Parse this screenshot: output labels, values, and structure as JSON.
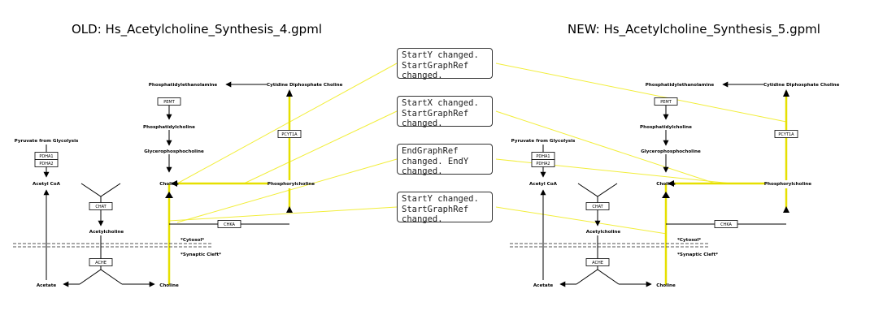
{
  "titles": {
    "old": "OLD: Hs_Acetylcholine_Synthesis_4.gpml",
    "new": "NEW: Hs_Acetylcholine_Synthesis_5.gpml"
  },
  "notes": [
    [
      "StartY changed.",
      "StartGraphRef",
      "changed."
    ],
    [
      "StartX changed.",
      "StartGraphRef",
      "changed."
    ],
    [
      "EndGraphRef",
      "changed. EndY",
      "changed."
    ],
    [
      "StartY changed.",
      "StartGraphRef",
      "changed."
    ]
  ],
  "labels": {
    "pe": "Phosphatidylethanolamine",
    "cdpc": "Cytidine Diphosphate Choline",
    "pc": "Phosphatidylcholine",
    "gpc": "Glycerophosphocholine",
    "choline": "Choline",
    "phosphorylcholine": "Phosphorylcholine",
    "pyruvate": "Pyruvate from Glycolysis",
    "acetylcoa": "Acetyl CoA",
    "acetylcholine": "Acetylcholine",
    "acetate": "Acetate",
    "cytosol": "*Cytosol*",
    "cleft": "*Synaptic Cleft*"
  },
  "genes": {
    "pemt": "PEMT",
    "pcyt1a": "PCYT1A",
    "pdha1": "PDHA1",
    "pdha2": "PDHA2",
    "chat": "CHAT",
    "chka": "CHKA",
    "ache": "ACHE"
  },
  "colors": {
    "highlight": "#e6e000",
    "connector": "#f2ee3a",
    "line": "#000000"
  }
}
